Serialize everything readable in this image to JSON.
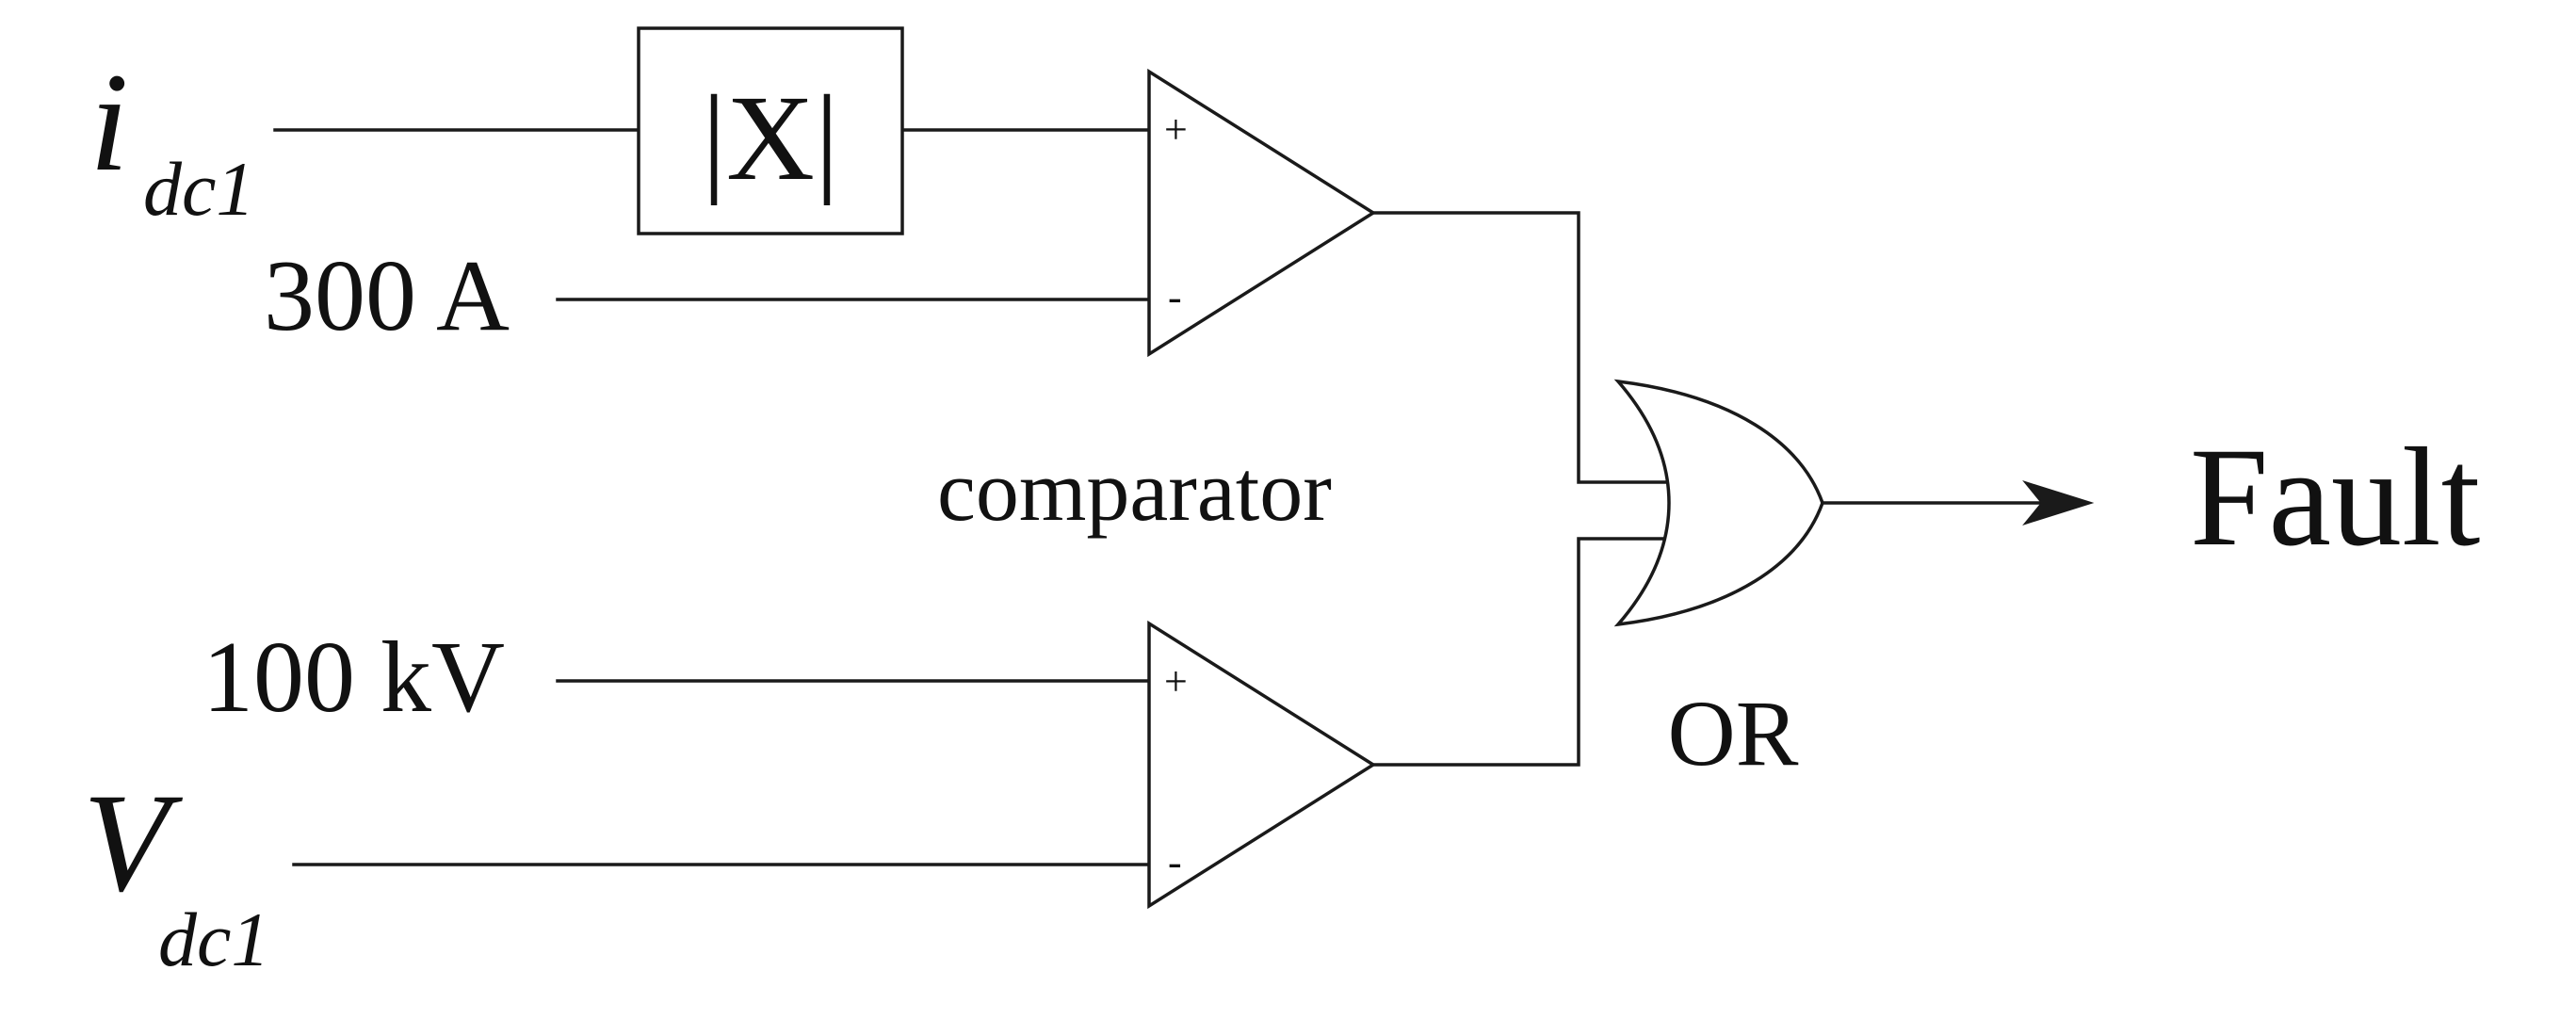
{
  "inputs": {
    "current": {
      "symbol": "i",
      "subscript": "dc1"
    },
    "current_threshold": "300 A",
    "voltage_threshold": "100 kV",
    "voltage": {
      "symbol": "V",
      "subscript": "dc1"
    }
  },
  "abs_block": {
    "label": "|X|"
  },
  "comparator_top": {
    "plus": "+",
    "minus": "-"
  },
  "comparator_bottom": {
    "plus": "+",
    "minus": "-"
  },
  "comparator_label": "comparator",
  "or_gate": {
    "label": "OR"
  },
  "output": {
    "label": "Fault"
  },
  "colors": {
    "stroke": "#1a1a1a",
    "text": "#111111",
    "background": "#ffffff"
  }
}
